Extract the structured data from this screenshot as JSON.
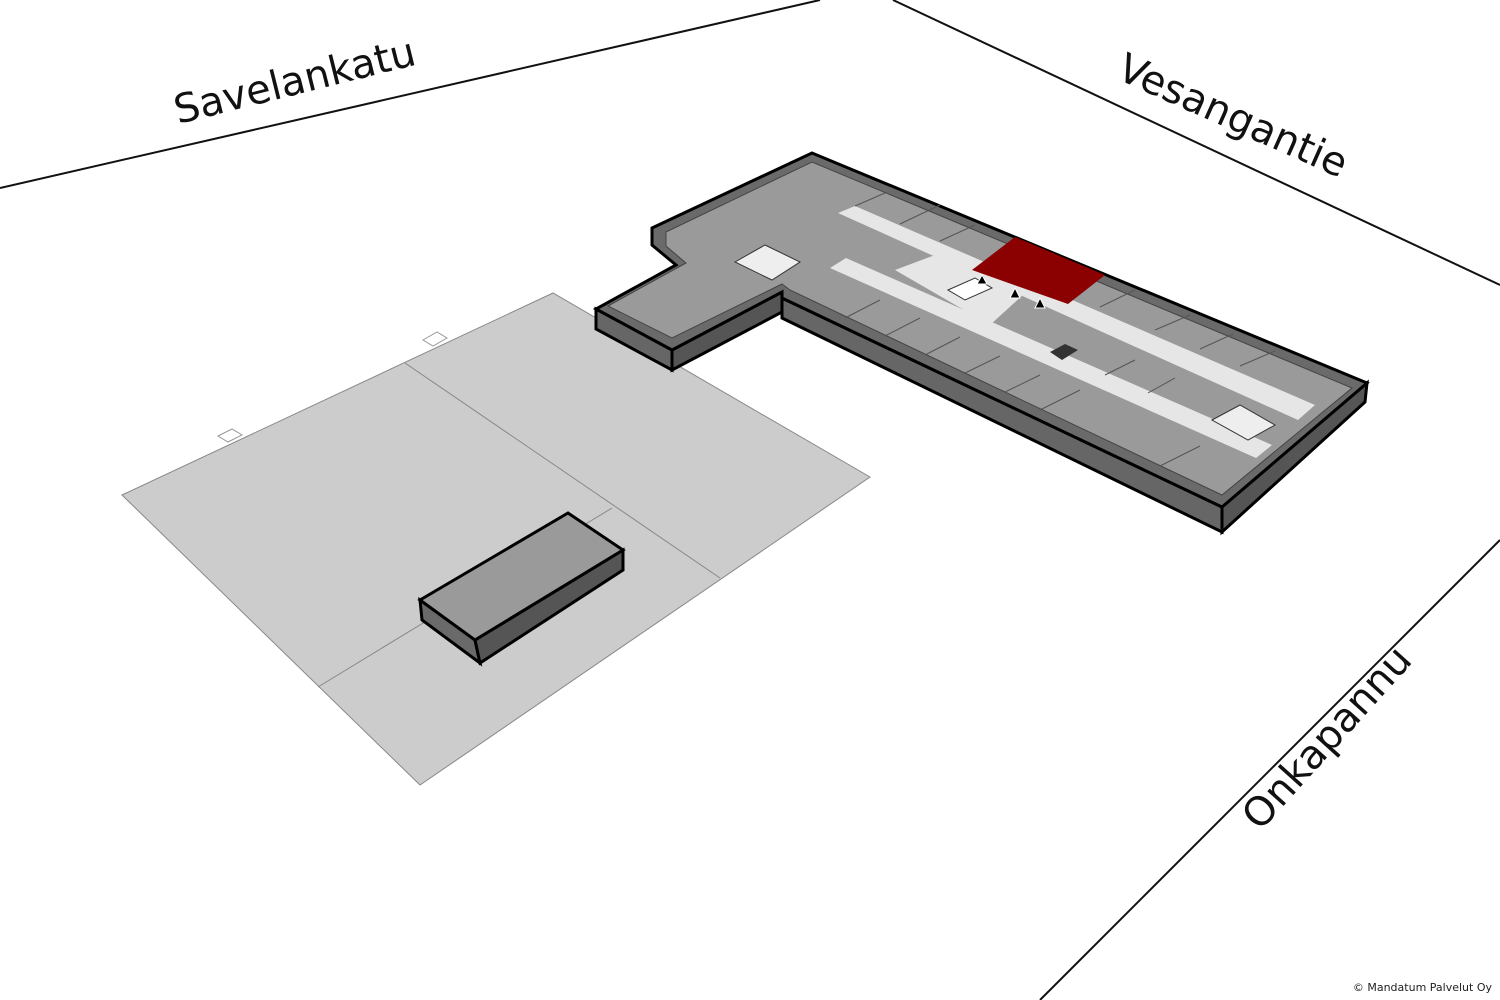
{
  "streets": {
    "north_west": "Savelankatu",
    "north_east": "Vesangantie",
    "south_east": "Onkapannu"
  },
  "copyright": "© Mandatum Palvelut Oy",
  "colors": {
    "highlight": "#8b0000",
    "room": "#9a9a9a",
    "corridor": "#e6e6e6",
    "wall": "#5a5a5a",
    "courtyard": "#cccccc"
  },
  "markers": [
    "entrance-arrow",
    "entrance-arrow",
    "entrance-arrow"
  ]
}
